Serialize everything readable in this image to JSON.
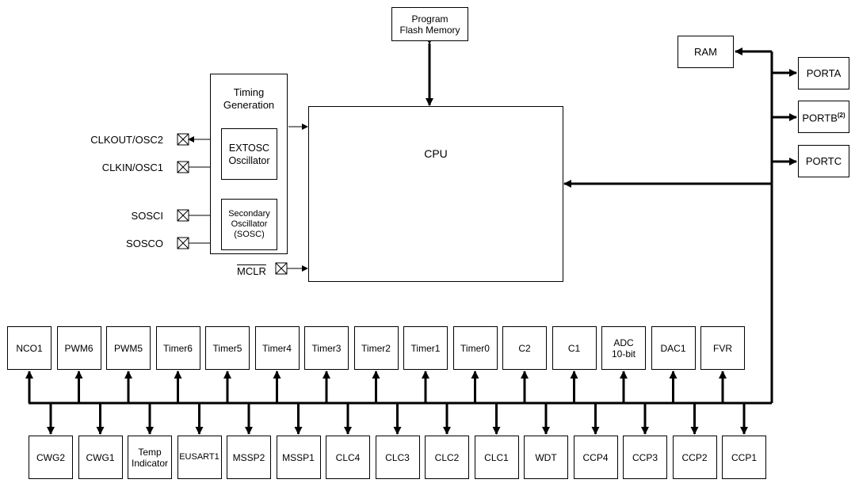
{
  "memory": {
    "flash": "Program\nFlash Memory",
    "ram": "RAM"
  },
  "cpu": "CPU",
  "timing": {
    "title": "Timing\nGeneration",
    "extosc": "EXTOSC\nOscillator",
    "sosc": "Secondary\nOscillator\n(SOSC)"
  },
  "pins": {
    "clkout": "CLKOUT/OSC2",
    "clkin": "CLKIN/OSC1",
    "sosci": "SOSCI",
    "sosco": "SOSCO",
    "mclr": "MCLR"
  },
  "ports": {
    "porta": "PORTA",
    "portb": "PORTB",
    "portb_note": "(2)",
    "portc": "PORTC"
  },
  "peripherals_top": [
    "NCO1",
    "PWM6",
    "PWM5",
    "Timer6",
    "Timer5",
    "Timer4",
    "Timer3",
    "Timer2",
    "Timer1",
    "Timer0",
    "C2",
    "C1",
    "ADC\n10-bit",
    "DAC1",
    "FVR"
  ],
  "peripherals_bottom": [
    "CWG2",
    "CWG1",
    "Temp\nIndicator",
    "EUSART1",
    "MSSP2",
    "MSSP1",
    "CLC4",
    "CLC3",
    "CLC2",
    "CLC1",
    "WDT",
    "CCP4",
    "CCP3",
    "CCP2",
    "CCP1"
  ]
}
